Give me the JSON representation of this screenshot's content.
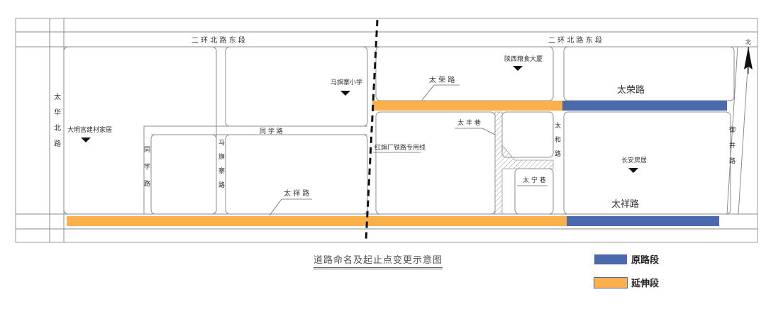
{
  "map": {
    "roads": {
      "erhuan_left": "二 环 北 路 东 段",
      "erhuan_right": "二 环 北 路 东 段",
      "taihua": "太\n华\n北\n路",
      "tairong_small": "太 荣 路",
      "tairong_big": "太荣路",
      "taixiang_small": "太 祥 路",
      "taixiang_big": "太祥路",
      "taifeng": "太 丰 巷",
      "taining": "太 宁 巷",
      "taihe": "太\n和\n路",
      "tongxue_h": "同 学 路",
      "tongxue_v": "同\n学\n路",
      "maqizhai": "马\n旗\n寨\n路",
      "yujing": "御\n井\n路",
      "railway": "红旗厂铁路专用线"
    },
    "pois": {
      "damingong": "大明宫建材家居",
      "maqizhai_school": "马旗寨小学",
      "shaanxi_tower": "陕西粮食大厦",
      "changan": "长安房居"
    },
    "north": "北"
  },
  "caption": "道路命名及起止点变更示意图",
  "legend": {
    "original": {
      "label": "原路段",
      "color": "#4a6aad"
    },
    "extension": {
      "label": "延伸段",
      "color": "#fbb04b"
    }
  }
}
